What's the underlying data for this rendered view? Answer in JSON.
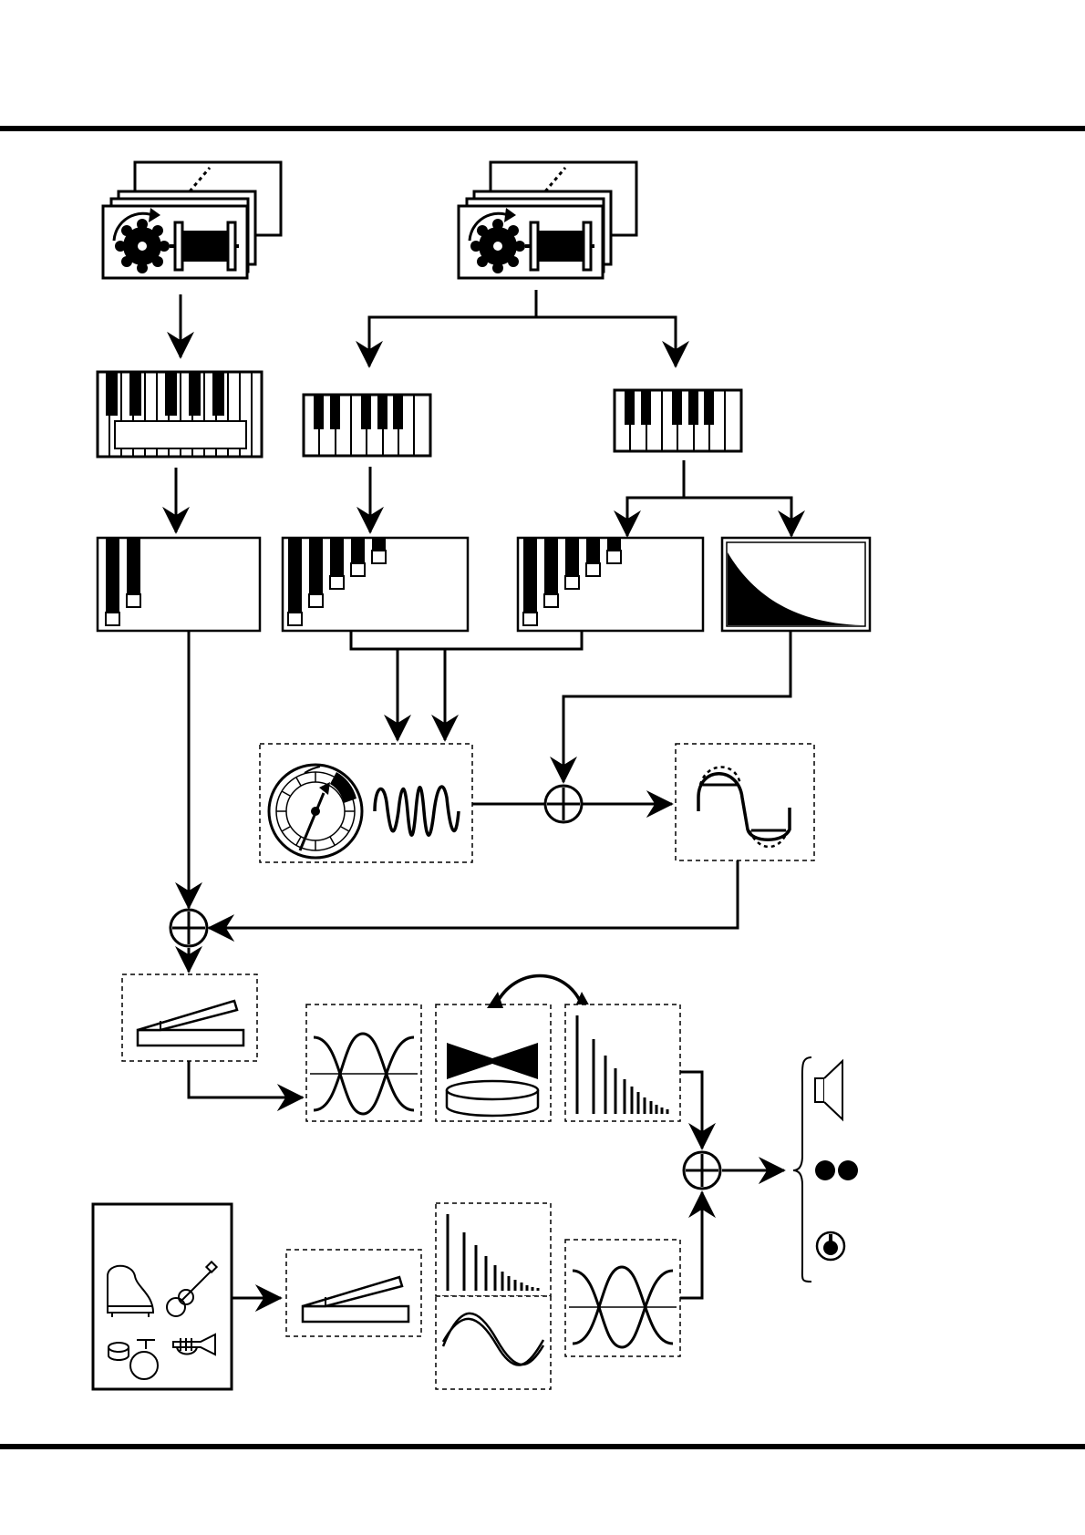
{
  "colors": {
    "ink": "#000000",
    "paper": "#ffffff"
  },
  "diagram": {
    "type": "signal-flow block diagram (no printed text)",
    "sources": [
      {
        "id": "tonewheel-set-left",
        "icon": "tonewheel-generator-stack-icon"
      },
      {
        "id": "tonewheel-set-right",
        "icon": "tonewheel-generator-stack-icon"
      }
    ],
    "manuals": [
      {
        "id": "pedalboard",
        "icon": "pedal-keyboard-icon"
      },
      {
        "id": "lower-manual",
        "icon": "keyboard-icon"
      },
      {
        "id": "upper-manual",
        "icon": "keyboard-icon"
      }
    ],
    "drawbar_groups": [
      {
        "id": "pedal-drawbars",
        "drawbars": 2
      },
      {
        "id": "lower-drawbars",
        "drawbars": 5
      },
      {
        "id": "upper-drawbars",
        "drawbars": 5
      }
    ],
    "processors": [
      "percussion-envelope",
      "vibrato-chorus",
      "overdrive",
      "expression-pedal",
      "equalizer",
      "rotary-speaker",
      "reverb",
      "instrument-sounds"
    ],
    "outputs": [
      "speaker-output",
      "headphones-output",
      "line-output"
    ]
  }
}
